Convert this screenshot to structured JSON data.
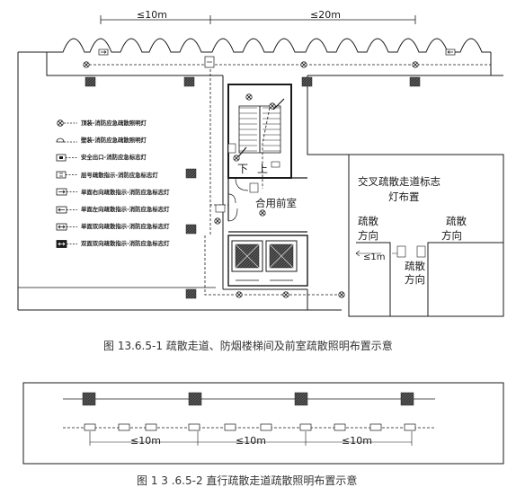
{
  "figure1": {
    "caption": "图 13.6.5-1 疏散走道、防烟楼梯间及前室疏散照明布置示意",
    "dim_left": "≤10m",
    "dim_right": "≤20m",
    "stair_down": "下",
    "stair_up": "上",
    "anteroom_label": "合用前室",
    "inset": {
      "title_line1": "交叉疏散走道标志",
      "title_line2": "灯布置",
      "left_dir_line1": "疏散",
      "left_dir_line2": "方向",
      "right_dir_line1": "疏散",
      "right_dir_line2": "方向",
      "bottom_dir_line1": "疏散",
      "bottom_dir_line2": "方向",
      "distance": "≤1m"
    },
    "legend": [
      {
        "icon": "ceiling-emergency-light-icon",
        "label": "顶装-消防应急疏散照明灯"
      },
      {
        "icon": "wall-emergency-light-icon",
        "label": "壁装-消防应急疏散照明灯"
      },
      {
        "icon": "safety-exit-sign-icon",
        "label": "安全出口-消防应急标志灯"
      },
      {
        "icon": "floor-indicator-sign-icon",
        "label": "层号疏散指示-消防应急标志灯"
      },
      {
        "icon": "right-arrow-sign-icon",
        "label": "单面右向疏散指示-消防应急标志灯"
      },
      {
        "icon": "left-arrow-sign-icon",
        "label": "单面左向疏散指示-消防应急标志灯"
      },
      {
        "icon": "double-arrow-sign-icon",
        "label": "单面双向疏散指示-消防应急标志灯"
      },
      {
        "icon": "double-sided-arrow-sign-icon",
        "label": "双面双向疏散指示-消防应急标志灯"
      }
    ]
  },
  "figure2": {
    "caption": "图 1 3 .6.5-2 直行疏散走道疏散照明布置示意",
    "dims": [
      "≤10m",
      "≤10m",
      "≤10m"
    ]
  },
  "colors": {
    "line": "#1a1a1a",
    "column": "#3a3a3a",
    "column_dark": "#2a2a2a"
  }
}
